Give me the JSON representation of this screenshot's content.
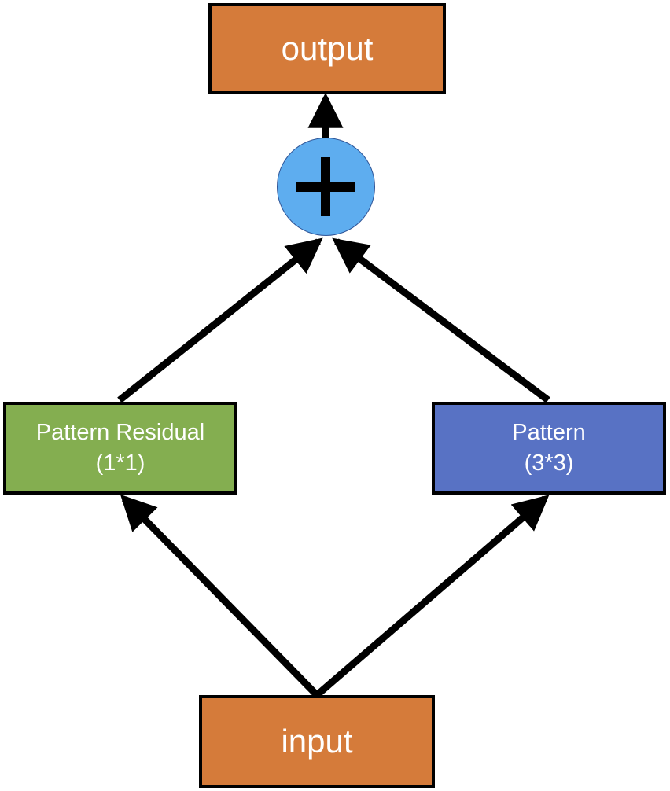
{
  "nodes": {
    "output": {
      "label": "output",
      "color": "#d57b3a"
    },
    "input": {
      "label": "input",
      "color": "#d57b3a"
    },
    "residual": {
      "line1": "Pattern Residual",
      "line2": "(1*1)",
      "color": "#84ae50"
    },
    "pattern": {
      "line1": "Pattern",
      "line2": "(3*3)",
      "color": "#5872c4"
    },
    "sum": {
      "symbol": "plus-icon",
      "color": "#5eadef"
    }
  },
  "edges": [
    {
      "from": "input",
      "to": "residual"
    },
    {
      "from": "input",
      "to": "pattern"
    },
    {
      "from": "residual",
      "to": "sum"
    },
    {
      "from": "pattern",
      "to": "sum"
    },
    {
      "from": "sum",
      "to": "output"
    }
  ]
}
